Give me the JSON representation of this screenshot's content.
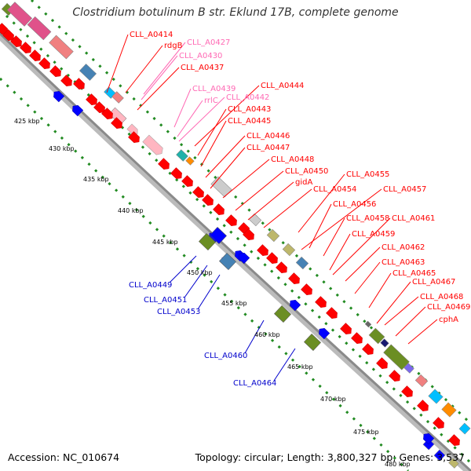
{
  "title": "Clostridium botulinum B str. Eklund 17B, complete genome",
  "footer": {
    "accession": "Accession: NC_010674",
    "topology": "Topology: circular; Length: 3,800,327 bp; Genes: 3,537"
  },
  "colors": {
    "cds": "#ff0000",
    "rrna": "#ff69b4",
    "trna": "#00bfff",
    "minus_strand_label": "#0000cc",
    "backbone": "#999999",
    "scale_dots": "#228b22",
    "kbp_label": "#000000"
  },
  "scale_labels": [
    "425 kbp",
    "430 kbp",
    "435 kbp",
    "440 kbp",
    "445 kbp",
    "450 kbp",
    "455 kbp",
    "460 kbp",
    "465 kbp",
    "470 kbp",
    "475 kbp",
    "480 kbp"
  ],
  "plus_labels": [
    {
      "text": "CLL_A0414",
      "type": "cds"
    },
    {
      "text": "rdgB",
      "type": "cds"
    },
    {
      "text": "CLL_A0427",
      "type": "rrna"
    },
    {
      "text": "CLL_A0430",
      "type": "rrna"
    },
    {
      "text": "CLL_A0437",
      "type": "cds"
    },
    {
      "text": "CLL_A0439",
      "type": "rrna"
    },
    {
      "text": "CLL_A0442",
      "type": "rrna"
    },
    {
      "text": "rrlC",
      "type": "rrna"
    },
    {
      "text": "CLL_A0444",
      "type": "cds"
    },
    {
      "text": "CLL_A0443",
      "type": "cds"
    },
    {
      "text": "CLL_A0445",
      "type": "cds"
    },
    {
      "text": "CLL_A0446",
      "type": "cds"
    },
    {
      "text": "CLL_A0447",
      "type": "cds"
    },
    {
      "text": "CLL_A0448",
      "type": "cds"
    },
    {
      "text": "CLL_A0450",
      "type": "cds"
    },
    {
      "text": "gidA",
      "type": "cds"
    },
    {
      "text": "CLL_A0455",
      "type": "cds"
    },
    {
      "text": "CLL_A0454",
      "type": "cds"
    },
    {
      "text": "CLL_A0457",
      "type": "cds"
    },
    {
      "text": "CLL_A0456",
      "type": "cds"
    },
    {
      "text": "CLL_A0458",
      "type": "cds"
    },
    {
      "text": "CLL_A0461",
      "type": "cds"
    },
    {
      "text": "CLL_A0459",
      "type": "cds"
    },
    {
      "text": "CLL_A0462",
      "type": "cds"
    },
    {
      "text": "CLL_A0463",
      "type": "cds"
    },
    {
      "text": "CLL_A0465",
      "type": "cds"
    },
    {
      "text": "CLL_A0467",
      "type": "cds"
    },
    {
      "text": "CLL_A0468",
      "type": "cds"
    },
    {
      "text": "CLL_A0469",
      "type": "cds"
    },
    {
      "text": "cphA",
      "type": "cds"
    }
  ],
  "minus_labels": [
    {
      "text": "CLL_A0449"
    },
    {
      "text": "CLL_A0451"
    },
    {
      "text": "CLL_A0453"
    },
    {
      "text": "CLL_A0460"
    },
    {
      "text": "CLL_A0464"
    }
  ]
}
